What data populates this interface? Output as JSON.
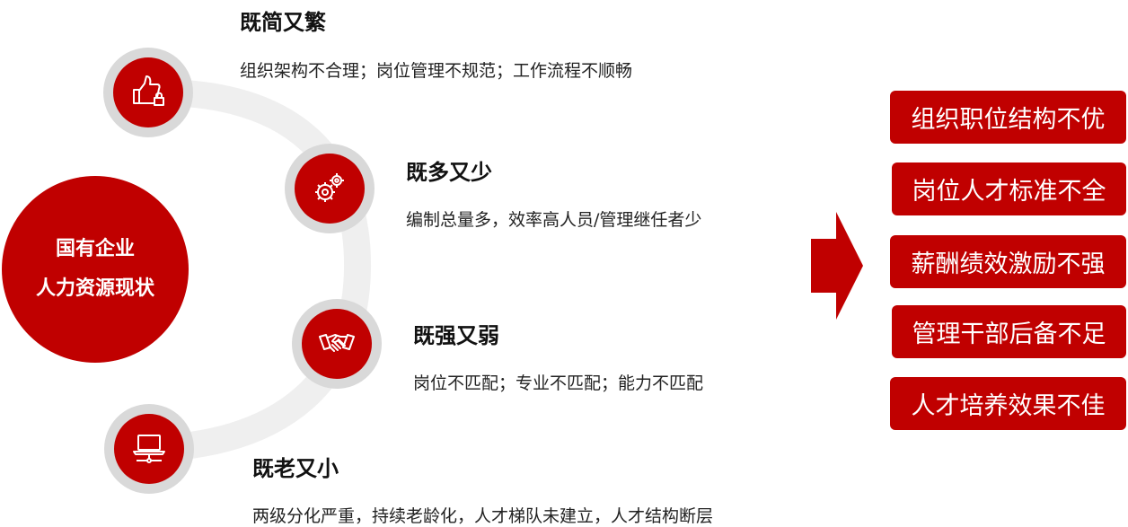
{
  "center": {
    "line1": "国有企业",
    "line2": "人力资源现状"
  },
  "items": [
    {
      "title": "既简又繁",
      "desc": "组织架构不合理；岗位管理不规范；工作流程不顺畅",
      "icon": "thumbs-up-lock-icon"
    },
    {
      "title": "既多又少",
      "desc": "编制总量多，效率高人员/管理继任者少",
      "icon": "gears-icon"
    },
    {
      "title": "既强又弱",
      "desc": "岗位不匹配；专业不匹配；能力不匹配",
      "icon": "handshake-icon"
    },
    {
      "title": "既老又小",
      "desc": "两级分化严重，持续老龄化，人才梯队未建立，人才结构断层",
      "icon": "laptop-network-icon"
    }
  ],
  "results": [
    "组织职位结构不优",
    "岗位人才标准不全",
    "薪酬绩效激励不强",
    "管理干部后备不足",
    "人才培养效果不佳"
  ],
  "colors": {
    "accent": "#c00000",
    "ring": "#d9d9d9",
    "arc": "#efefef"
  }
}
